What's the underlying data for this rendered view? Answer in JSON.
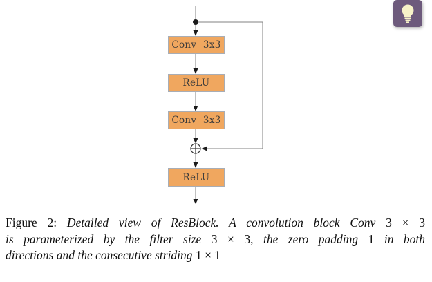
{
  "diagram": {
    "name": "ResBlock detailed view",
    "blocks": [
      {
        "id": "conv1",
        "label": "Conv 3x3"
      },
      {
        "id": "relu1",
        "label": "ReLU"
      },
      {
        "id": "conv2",
        "label": "Conv 3x3"
      },
      {
        "id": "relu2",
        "label": "ReLU"
      }
    ],
    "junction": "circled-plus (element-wise add)",
    "skip_connection": "from input junction dot around blocks into circled-plus"
  },
  "caption": {
    "fig_label": "Figure 2:",
    "l1_italic": "Detailed view of ResBlock. A convolution block Conv",
    "l1_math": "3 × 3",
    "l2_italic_a": "is parameterized by the filter size",
    "l2_math_a": "3 × 3,",
    "l2_italic_b": "the zero padding",
    "l2_math_b": "1",
    "l2_italic_c": "in both",
    "l3_italic": "directions and the consecutive striding",
    "l3_math": "1 × 1"
  },
  "colors": {
    "block_fill": "#f0a75f",
    "block_border": "#a8adb5",
    "line_gray": "#808080",
    "arrow_black": "#1a1a1a",
    "hint_button_bg": "#6d5a7c",
    "bulb_yellow": "#f7f3c8"
  }
}
